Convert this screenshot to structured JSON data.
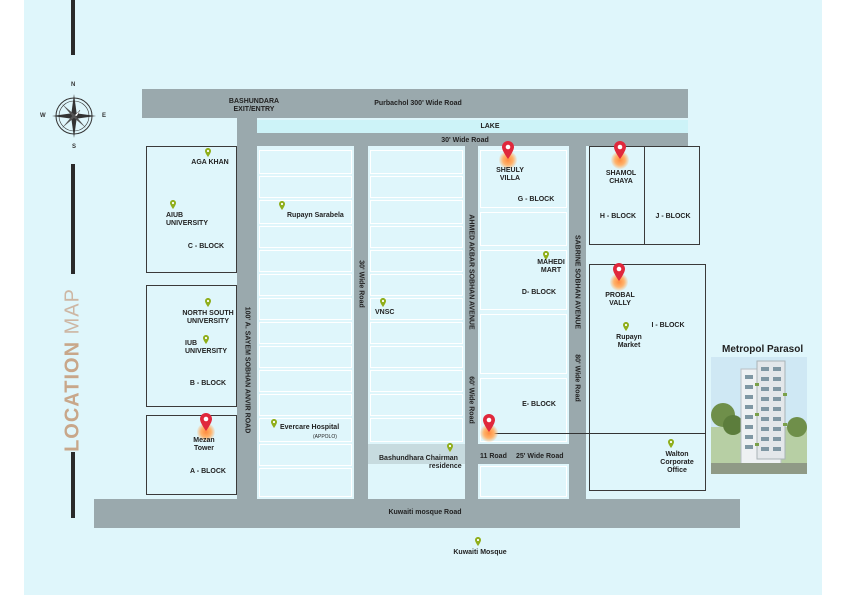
{
  "page_title": {
    "word1": "LOCATION",
    "word2": "MAP"
  },
  "compass": {
    "n": "N",
    "s": "S",
    "e": "E",
    "w": "W"
  },
  "roads": {
    "purbachol": "Purbachol 300' Wide Road",
    "bashundara_exit": [
      "BASHUNDARA",
      "EXIT/ENTRY"
    ],
    "lake": "LAKE",
    "wide30_top": "30' Wide Road",
    "wide100": "100' A. SAYEM SOBHAN ANVIR ROAD",
    "wide30_mid": "30' Wide Road",
    "ahmed_akbar": "AHMED AKBAR SOBHAN AVENUE",
    "wide60": "60' Wide Road",
    "sabrine": "SABRINE SOBHAN AVENUE",
    "wide80": "80' Wide Road",
    "road11": "11 Road",
    "wide25": "25' Wide Road",
    "kuwaiti_road": "Kuwaiti mosque Road"
  },
  "blocks": {
    "c": "C - BLOCK",
    "b": "B - BLOCK",
    "a": "A - BLOCK",
    "g": "G - BLOCK",
    "d": "D- BLOCK",
    "e": "E- BLOCK",
    "h": "H - BLOCK",
    "j": "J - BLOCK",
    "i": "I - BLOCK"
  },
  "places": {
    "aga_khan": "AGA KHAN",
    "aiub": [
      "AIUB",
      "UNIVERSITY"
    ],
    "nsu": [
      "NORTH SOUTH",
      "UNIVERSITY"
    ],
    "iub": [
      "IUB",
      "UNIVERSITY"
    ],
    "mezan": [
      "Mezan",
      "Tower"
    ],
    "rupayn_sarabela": "Rupayn Sarabela",
    "vnsc": "VNSC",
    "evercare": "Evercare Hospital",
    "evercare_sub": "(APPOLO)",
    "chairman": [
      "Bashundhara Chairman",
      "residence"
    ],
    "sheuly": [
      "SHEULY",
      "VILLA"
    ],
    "mahedi": [
      "MAHEDI",
      "MART"
    ],
    "shamol": [
      "SHAMOL",
      "CHAYA"
    ],
    "probal": [
      "PROBAL",
      "VALLY"
    ],
    "rupayn_market": [
      "Rupayn",
      "Market"
    ],
    "walton": [
      "Walton",
      "Corporate",
      "Office"
    ],
    "kuwaiti_mosque": "Kuwaiti Mosque"
  },
  "project": {
    "name": "Metropol Parasol"
  },
  "colors": {
    "road": "#9aa9ad",
    "lake": "#cdf3f8",
    "background": "#dff6fb",
    "pin_red": "#e0283c",
    "pin_green": "#8fae1b"
  }
}
